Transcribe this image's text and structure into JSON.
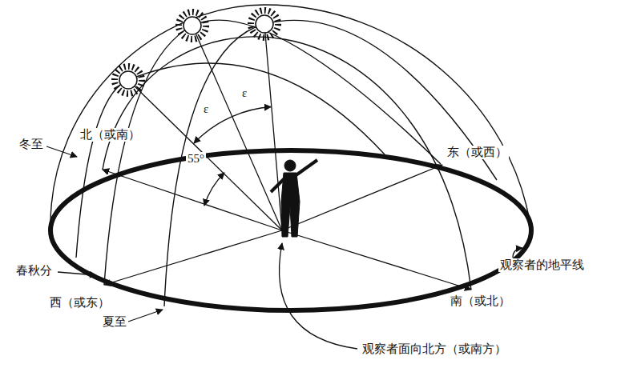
{
  "diagram": {
    "labels": [
      "冬至",
      "北（或南）",
      "东（或西）",
      "55°",
      "ε",
      "ε",
      "春秋分",
      "西（或东）",
      "夏至",
      "南（或北）",
      "观察者的地平线",
      "观察者面向北方（或南方）"
    ]
  }
}
